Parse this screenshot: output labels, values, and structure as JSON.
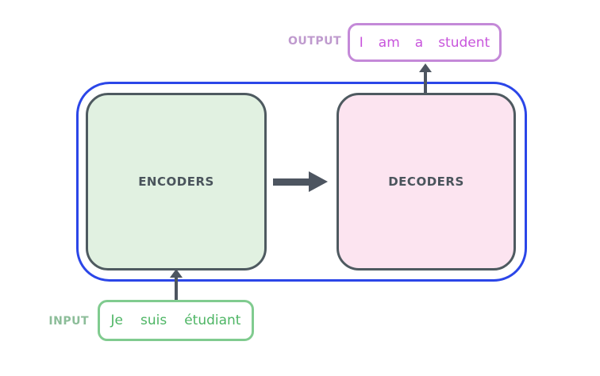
{
  "colors": {
    "arrow-dark": "#4d5560",
    "container-blue": "#2b46e8",
    "encoder-fill": "#e1f1e1",
    "decoder-fill": "#fce4f0",
    "block-border": "#4e5a60",
    "block-text": "#4a545c",
    "output-border": "#c489d8",
    "output-text": "#c855dc",
    "output-label": "#bf9ace",
    "input-border": "#80cb8f",
    "input-text": "#4db564",
    "input-label": "#8cbd99"
  },
  "output": {
    "label": "OUTPUT",
    "tokens": [
      "I",
      "am",
      "a",
      "student"
    ]
  },
  "input": {
    "label": "INPUT",
    "tokens": [
      "Je",
      "suis",
      "étudiant"
    ]
  },
  "blocks": {
    "encoders_label": "ENCODERS",
    "decoders_label": "DECODERS"
  },
  "icons": {
    "mid_arrow": "arrow-right-icon",
    "top_arrow": "arrow-up-icon",
    "bottom_arrow": "arrow-up-icon"
  }
}
